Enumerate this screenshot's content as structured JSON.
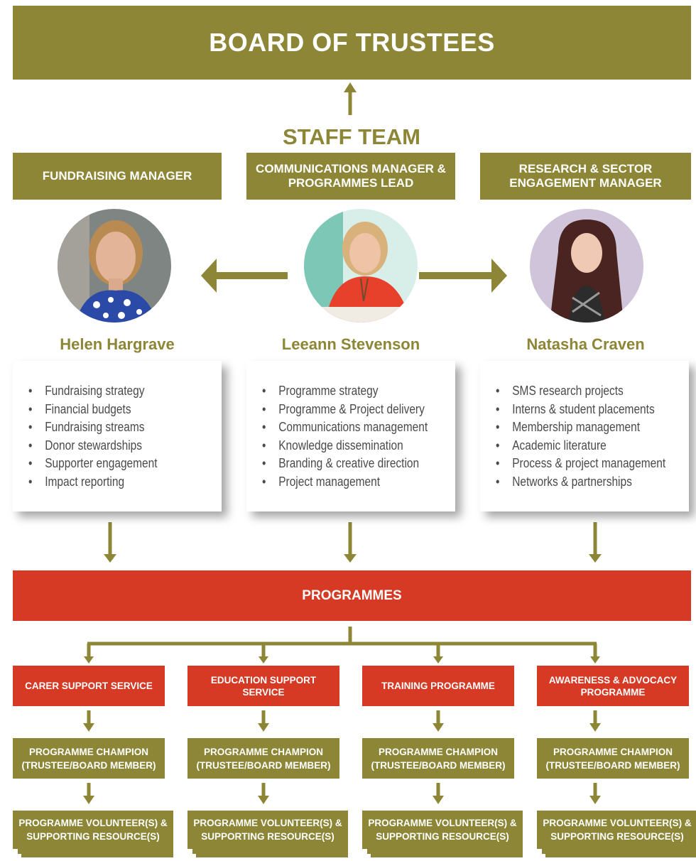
{
  "board": {
    "title": "BOARD OF TRUSTEES"
  },
  "staff_team": {
    "title": "STAFF TEAM"
  },
  "staff": [
    {
      "role": "FUNDRAISING MANAGER",
      "name": "Helen Hargrave",
      "duties": [
        "Fundraising strategy",
        "Financial budgets",
        "Fundraising streams",
        "Donor stewardships",
        "Supporter engagement",
        "Impact reporting"
      ]
    },
    {
      "role": "COMMUNICATIONS MANAGER & PROGRAMMES LEAD",
      "name": "Leeann Stevenson",
      "duties": [
        "Programme strategy",
        "Programme & Project delivery",
        "Communications management",
        "Knowledge dissemination",
        "Branding & creative direction",
        "Project management"
      ]
    },
    {
      "role": "RESEARCH & SECTOR ENGAGEMENT MANAGER",
      "name": "Natasha Craven",
      "duties": [
        "SMS research projects",
        "Interns & student placements",
        "Membership management",
        "Academic literature",
        "Process & project management",
        "Networks & partnerships"
      ]
    }
  ],
  "programmes": {
    "title": "PROGRAMMES",
    "items": [
      {
        "name": "CARER SUPPORT SERVICE",
        "champion": "PROGRAMME CHAMPION (TRUSTEE/BOARD MEMBER)",
        "volunteers": "PROGRAMME VOLUNTEER(S) & SUPPORTING RESOURCE(S)"
      },
      {
        "name": "EDUCATION SUPPORT SERVICE",
        "champion": "PROGRAMME CHAMPION (TRUSTEE/BOARD MEMBER)",
        "volunteers": "PROGRAMME VOLUNTEER(S) & SUPPORTING RESOURCE(S)"
      },
      {
        "name": "TRAINING PROGRAMME",
        "champion": "PROGRAMME CHAMPION (TRUSTEE/BOARD MEMBER)",
        "volunteers": "PROGRAMME VOLUNTEER(S) & SUPPORTING RESOURCE(S)"
      },
      {
        "name": "AWARENESS & ADVOCACY PROGRAMME",
        "champion": "PROGRAMME CHAMPION (TRUSTEE/BOARD MEMBER)",
        "volunteers": "PROGRAMME VOLUNTEER(S) & SUPPORTING RESOURCE(S)"
      }
    ]
  },
  "colors": {
    "olive": "#8c8636",
    "red": "#d63a24",
    "text": "#4a4a4a"
  }
}
